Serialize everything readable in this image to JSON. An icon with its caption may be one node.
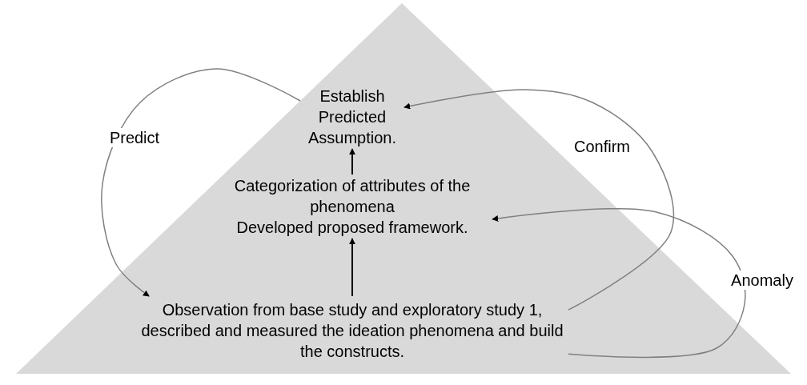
{
  "diagram": {
    "nodes": [
      {
        "text": [],
        "shape": "triangle"
      },
      {
        "text": [
          "Establish Predicted Assumption."
        ],
        "in": 0
      },
      {
        "text": [
          "Categorization of attributes of the phenomena",
          "Developed proposed framework."
        ],
        "in": 0
      },
      {
        "text": [
          "Observation from base study and exploratory study 1, described and measured the ideation phenomena and build the constructs."
        ],
        "in": 0
      }
    ],
    "edges": [
      {
        "from": 2,
        "to": 1,
        "arrow": "to",
        "color": "#000000"
      },
      {
        "from": 3,
        "to": 2,
        "arrow": "to",
        "color": "#000000"
      },
      {
        "from": 1,
        "to": 3,
        "arrow": "to",
        "label": "Predict"
      },
      {
        "from": 3,
        "to": 1,
        "arrow": "to",
        "label": "Confirm"
      },
      {
        "from": 3,
        "to": 2,
        "arrow": "to",
        "label": "Anomaly"
      }
    ]
  }
}
